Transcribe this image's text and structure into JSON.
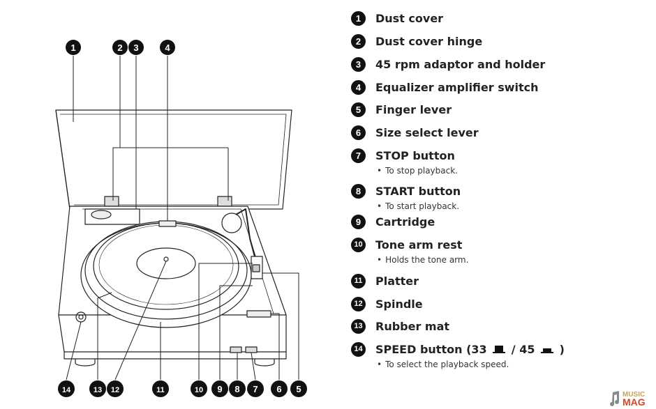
{
  "parts": [
    {
      "num": "1",
      "name": "Dust cover"
    },
    {
      "num": "2",
      "name": "Dust cover hinge"
    },
    {
      "num": "3",
      "name": "45 rpm adaptor and holder"
    },
    {
      "num": "4",
      "name": "Equalizer amplifier switch"
    },
    {
      "num": "5",
      "name": "Finger lever"
    },
    {
      "num": "6",
      "name": "Size select lever"
    },
    {
      "num": "7",
      "name": "STOP button",
      "note": "To stop playback."
    },
    {
      "num": "8",
      "name": "START button",
      "note": "To start playback."
    },
    {
      "num": "9",
      "name": "Cartridge"
    },
    {
      "num": "10",
      "name": "Tone arm rest",
      "note": "Holds the tone arm."
    },
    {
      "num": "11",
      "name": "Platter"
    },
    {
      "num": "12",
      "name": "Spindle"
    },
    {
      "num": "13",
      "name": "Rubber mat"
    },
    {
      "num": "14",
      "name": "SPEED button",
      "speed_prefix": "(33",
      "speed_mid": "/ 45",
      "speed_suffix": ")",
      "note": "To select the playback speed."
    }
  ],
  "diagram_callouts_top": [
    "1",
    "2",
    "3",
    "4"
  ],
  "diagram_callouts_bottom": [
    "14",
    "13",
    "12",
    "11",
    "10",
    "9",
    "8",
    "7",
    "6",
    "5"
  ],
  "watermark": {
    "line1": "MUSIC",
    "line2": "MAG"
  },
  "colors": {
    "line": "#222222",
    "badge": "#111111",
    "text": "#222222"
  }
}
